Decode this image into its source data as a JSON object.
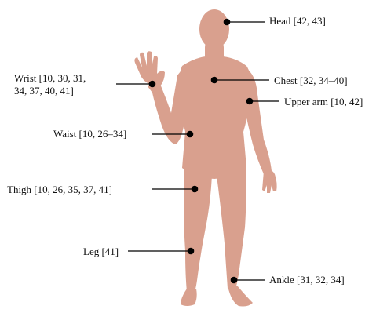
{
  "colors": {
    "body": "#d9a08e",
    "leader": "#000000",
    "dot": "#000000",
    "text": "#111111"
  },
  "labels": {
    "head": "Head [42, 43]",
    "chest": "Chest [32, 34–40]",
    "upper_arm": "Upper arm [10, 42]",
    "wrist_line1": "Wrist [10, 30, 31,",
    "wrist_line2": "34, 37, 40, 41]",
    "waist": "Waist [10, 26–34]",
    "thigh": "Thigh [10, 26, 35, 37, 41]",
    "leg": "Leg [41]",
    "ankle": "Ankle [31, 32, 34]"
  }
}
